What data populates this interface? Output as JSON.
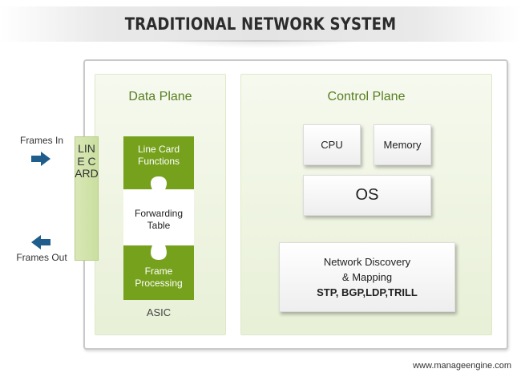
{
  "title": "TRADITIONAL NETWORK SYSTEM",
  "data_plane": {
    "title": "Data Plane",
    "line_card": "LINE CARD",
    "asic": {
      "top_line1": "Line Card",
      "top_line2": "Functions",
      "mid_line1": "Forwarding",
      "mid_line2": "Table",
      "bottom_line1": "Frame",
      "bottom_line2": "Processing",
      "label": "ASIC"
    }
  },
  "control_plane": {
    "title": "Control Plane",
    "cpu": "CPU",
    "memory": "Memory",
    "os": "OS",
    "network_discovery": {
      "line1": "Network Discovery",
      "line2": "& Mapping",
      "line3": "STP, BGP,LDP,TRILL"
    }
  },
  "frames_in": "Frames In",
  "frames_out": "Frames Out",
  "footer": "www.manageengine.com",
  "colors": {
    "green_dark": "#76a11d",
    "green_light": "#e8f0d7",
    "arrow_blue": "#1e5d8c",
    "title_text": "#2c2c2c"
  },
  "icons": {
    "frames_in_arrow": "arrow-right-icon",
    "frames_out_arrow": "arrow-left-icon"
  }
}
